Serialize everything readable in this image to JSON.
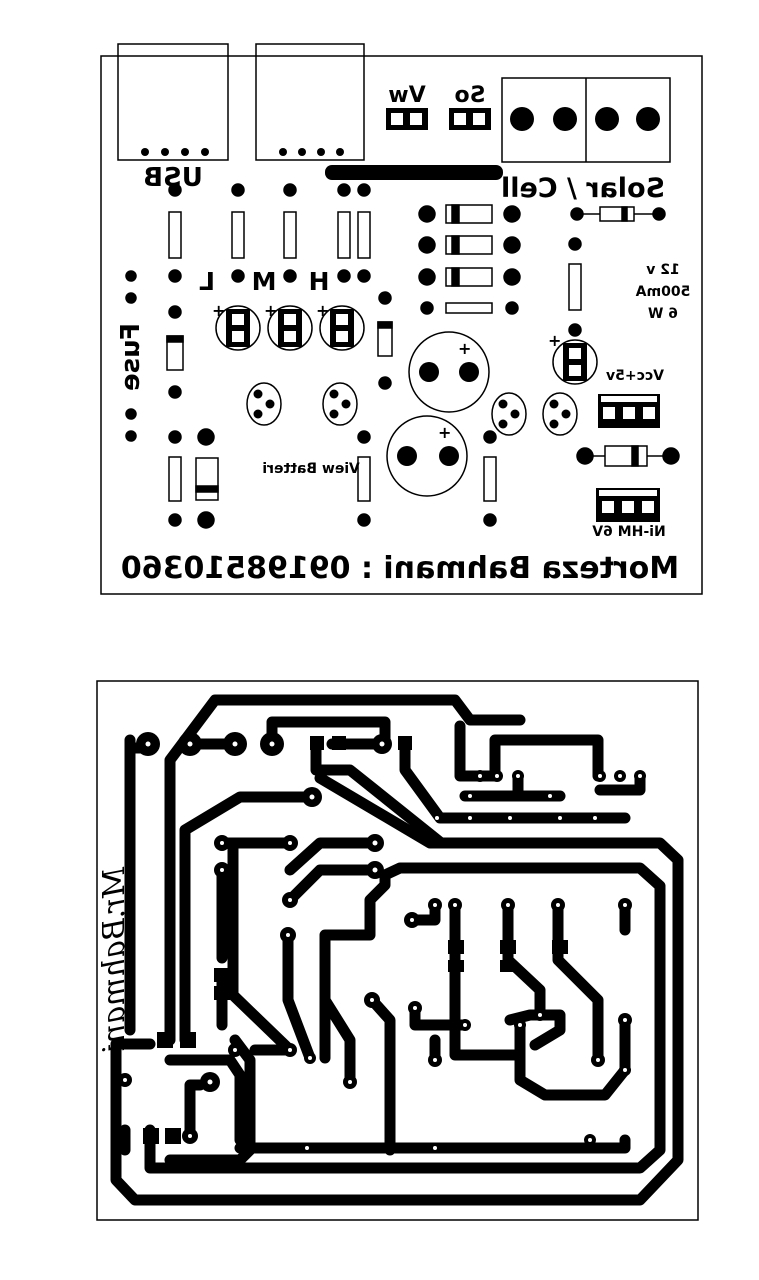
{
  "colors": {
    "ink": "#000000",
    "paper": "#ffffff"
  },
  "silkscreen": {
    "usb": "USB",
    "vw": "Vw",
    "so": "So",
    "solar_cell": "Solar / Cell",
    "l": "L",
    "m": "M",
    "h": "H",
    "fuse": "Fuse",
    "spec_12v": "12 v",
    "spec_500ma": "500mA",
    "spec_6w": "6 W",
    "vcc": "Vcc+5v",
    "view_batteri": "View Batteri",
    "nimh": "Ni-HM 6V",
    "author": "Morteza Bahmani : 09198510360",
    "plus": "+"
  },
  "copper": {
    "signature": "Mr.Bahmani"
  }
}
